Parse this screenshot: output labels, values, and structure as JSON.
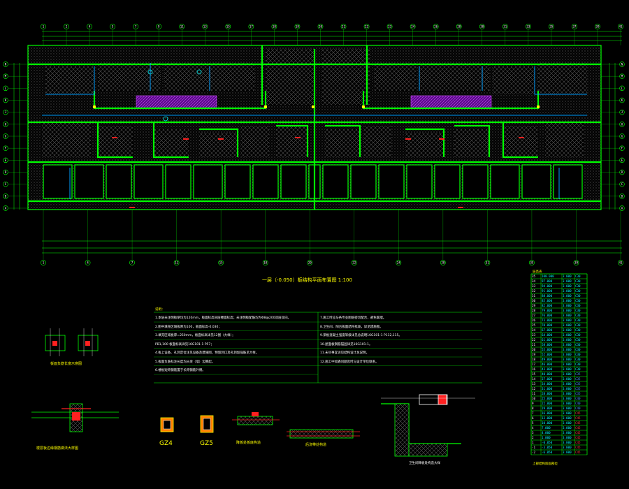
{
  "colors": {
    "background": "#000000",
    "wall": "#00ff00",
    "hatch": "#ffffff",
    "dim": "#00ffff",
    "beam": "#00a0ff",
    "axis": "#00ff00",
    "slab_magenta": "#b020ff",
    "text_yellow": "#ffff00",
    "table": "#00ff00",
    "red": "#ff2020"
  },
  "drawing": {
    "title": "一层（-0.050）板结构平面布置图 1:100",
    "axis_labels_top": [
      "1",
      "2",
      "4",
      "5",
      "7",
      "9",
      "11",
      "13",
      "15",
      "17",
      "18",
      "19",
      "20",
      "21",
      "22",
      "23",
      "24",
      "26",
      "28",
      "30",
      "31",
      "33",
      "35",
      "37",
      "39",
      "41"
    ],
    "axis_labels_bottom": [
      "1",
      "4",
      "7",
      "11",
      "15",
      "18",
      "20",
      "22",
      "24",
      "28",
      "31",
      "35",
      "39",
      "41"
    ],
    "axis_labels_side": [
      "N",
      "M",
      "L",
      "K",
      "J",
      "H",
      "G",
      "F",
      "E",
      "D",
      "C",
      "B",
      "A"
    ]
  },
  "notes": {
    "header": "说明：",
    "lines": [
      "1.本层未注明板厚均为120mm，板面标高同层楼面标高；未注明板配筋均为Φ8@200双层双向。",
      "2.图中填充区域板厚为100，板面标高-0.030；",
      "3.填充区域板厚=250mm，板面标高详见12图（大样）；",
      "PB1,100 板面标高详见16G101-1 P57；",
      "4.板上设备、孔洞定位详见设备及建施图，预留洞口及孔洞加强筋见大样。",
      "5.板面负筋标注长度均从梁（墙）边算起。",
      "6.楼板短跨钢筋置于长跨钢筋外侧。",
      "7.施工时应与各专业图纸密切配合，避免漏埋。",
      "8.卫生间、阳台板面结构找坡，详见建施图。",
      "9.梁板混凝土强度等级详见总说明16G101-1 P112,115。",
      "10.屋面板钢筋锚固详见16G101-1。",
      "11.未尽事宜详见结构设计总说明。",
      "12.施工中如遇问题及时与设计单位联系。"
    ]
  },
  "details": {
    "detail1": "板面负筋长度示意图",
    "detail2": "楼层板边缘钢筋做法大样图",
    "gz4": "GZ4",
    "gz5": "GZ5",
    "detail3": "降板处板底构造",
    "detail4": "后浇带处构造",
    "detail5": "卫生间降板处构造大样"
  },
  "schedule": {
    "header": "层高表",
    "rows": [
      {
        "floor": "35",
        "elev": "100.000",
        "h": "3.000",
        "c": "C30"
      },
      {
        "floor": "34",
        "elev": "97.000",
        "h": "3.000",
        "c": "C30"
      },
      {
        "floor": "33",
        "elev": "94.000",
        "h": "3.000",
        "c": "C30"
      },
      {
        "floor": "32",
        "elev": "91.000",
        "h": "3.000",
        "c": "C30"
      },
      {
        "floor": "31",
        "elev": "88.000",
        "h": "3.000",
        "c": "C30"
      },
      {
        "floor": "30",
        "elev": "85.000",
        "h": "3.000",
        "c": "C30"
      },
      {
        "floor": "29",
        "elev": "82.000",
        "h": "3.000",
        "c": "C30"
      },
      {
        "floor": "28",
        "elev": "79.000",
        "h": "3.000",
        "c": "C30"
      },
      {
        "floor": "27",
        "elev": "76.000",
        "h": "3.000",
        "c": "C30"
      },
      {
        "floor": "26",
        "elev": "73.000",
        "h": "3.000",
        "c": "C30"
      },
      {
        "floor": "25",
        "elev": "70.000",
        "h": "3.000",
        "c": "C30"
      },
      {
        "floor": "24",
        "elev": "67.000",
        "h": "3.000",
        "c": "C30"
      },
      {
        "floor": "23",
        "elev": "64.000",
        "h": "3.000",
        "c": "C30"
      },
      {
        "floor": "22",
        "elev": "61.000",
        "h": "3.000",
        "c": "C30"
      },
      {
        "floor": "21",
        "elev": "58.000",
        "h": "3.000",
        "c": "C30"
      },
      {
        "floor": "20",
        "elev": "55.000",
        "h": "3.000",
        "c": "C30"
      },
      {
        "floor": "19",
        "elev": "52.000",
        "h": "3.000",
        "c": "C30"
      },
      {
        "floor": "18",
        "elev": "49.000",
        "h": "3.000",
        "c": "C30"
      },
      {
        "floor": "17",
        "elev": "46.000",
        "h": "3.000",
        "c": "C30"
      },
      {
        "floor": "16",
        "elev": "43.000",
        "h": "3.000",
        "c": "C30"
      },
      {
        "floor": "15",
        "elev": "40.000",
        "h": "3.000",
        "c": "C35"
      },
      {
        "floor": "14",
        "elev": "37.000",
        "h": "3.000",
        "c": "C35"
      },
      {
        "floor": "13",
        "elev": "34.000",
        "h": "3.000",
        "c": "C35"
      },
      {
        "floor": "12",
        "elev": "31.000",
        "h": "3.000",
        "c": "C35"
      },
      {
        "floor": "11",
        "elev": "28.000",
        "h": "3.000",
        "c": "C35"
      },
      {
        "floor": "10",
        "elev": "25.000",
        "h": "3.000",
        "c": "C40"
      },
      {
        "floor": "9",
        "elev": "22.000",
        "h": "3.000",
        "c": "C40"
      },
      {
        "floor": "8",
        "elev": "19.000",
        "h": "3.000",
        "c": "C40"
      },
      {
        "floor": "7",
        "elev": "16.000",
        "h": "3.000",
        "c": "C45"
      },
      {
        "floor": "6",
        "elev": "13.000",
        "h": "3.000",
        "c": "C45"
      },
      {
        "floor": "5",
        "elev": "10.000",
        "h": "3.000",
        "c": "C45"
      },
      {
        "floor": "4",
        "elev": "7.000",
        "h": "3.000",
        "c": "C45"
      },
      {
        "floor": "3",
        "elev": "4.000",
        "h": "3.000",
        "c": "C45"
      },
      {
        "floor": "2",
        "elev": "1.000",
        "h": "3.000",
        "c": "C45"
      },
      {
        "floor": "1",
        "elev": "-0.050",
        "h": "3.000",
        "c": "C45"
      },
      {
        "floor": "-1",
        "elev": "-3.050",
        "h": "3.000",
        "c": "C45"
      },
      {
        "floor": "-2",
        "elev": "-6.050",
        "h": "3.000",
        "c": "C45"
      }
    ],
    "footer": "上部结构嵌固部位"
  }
}
